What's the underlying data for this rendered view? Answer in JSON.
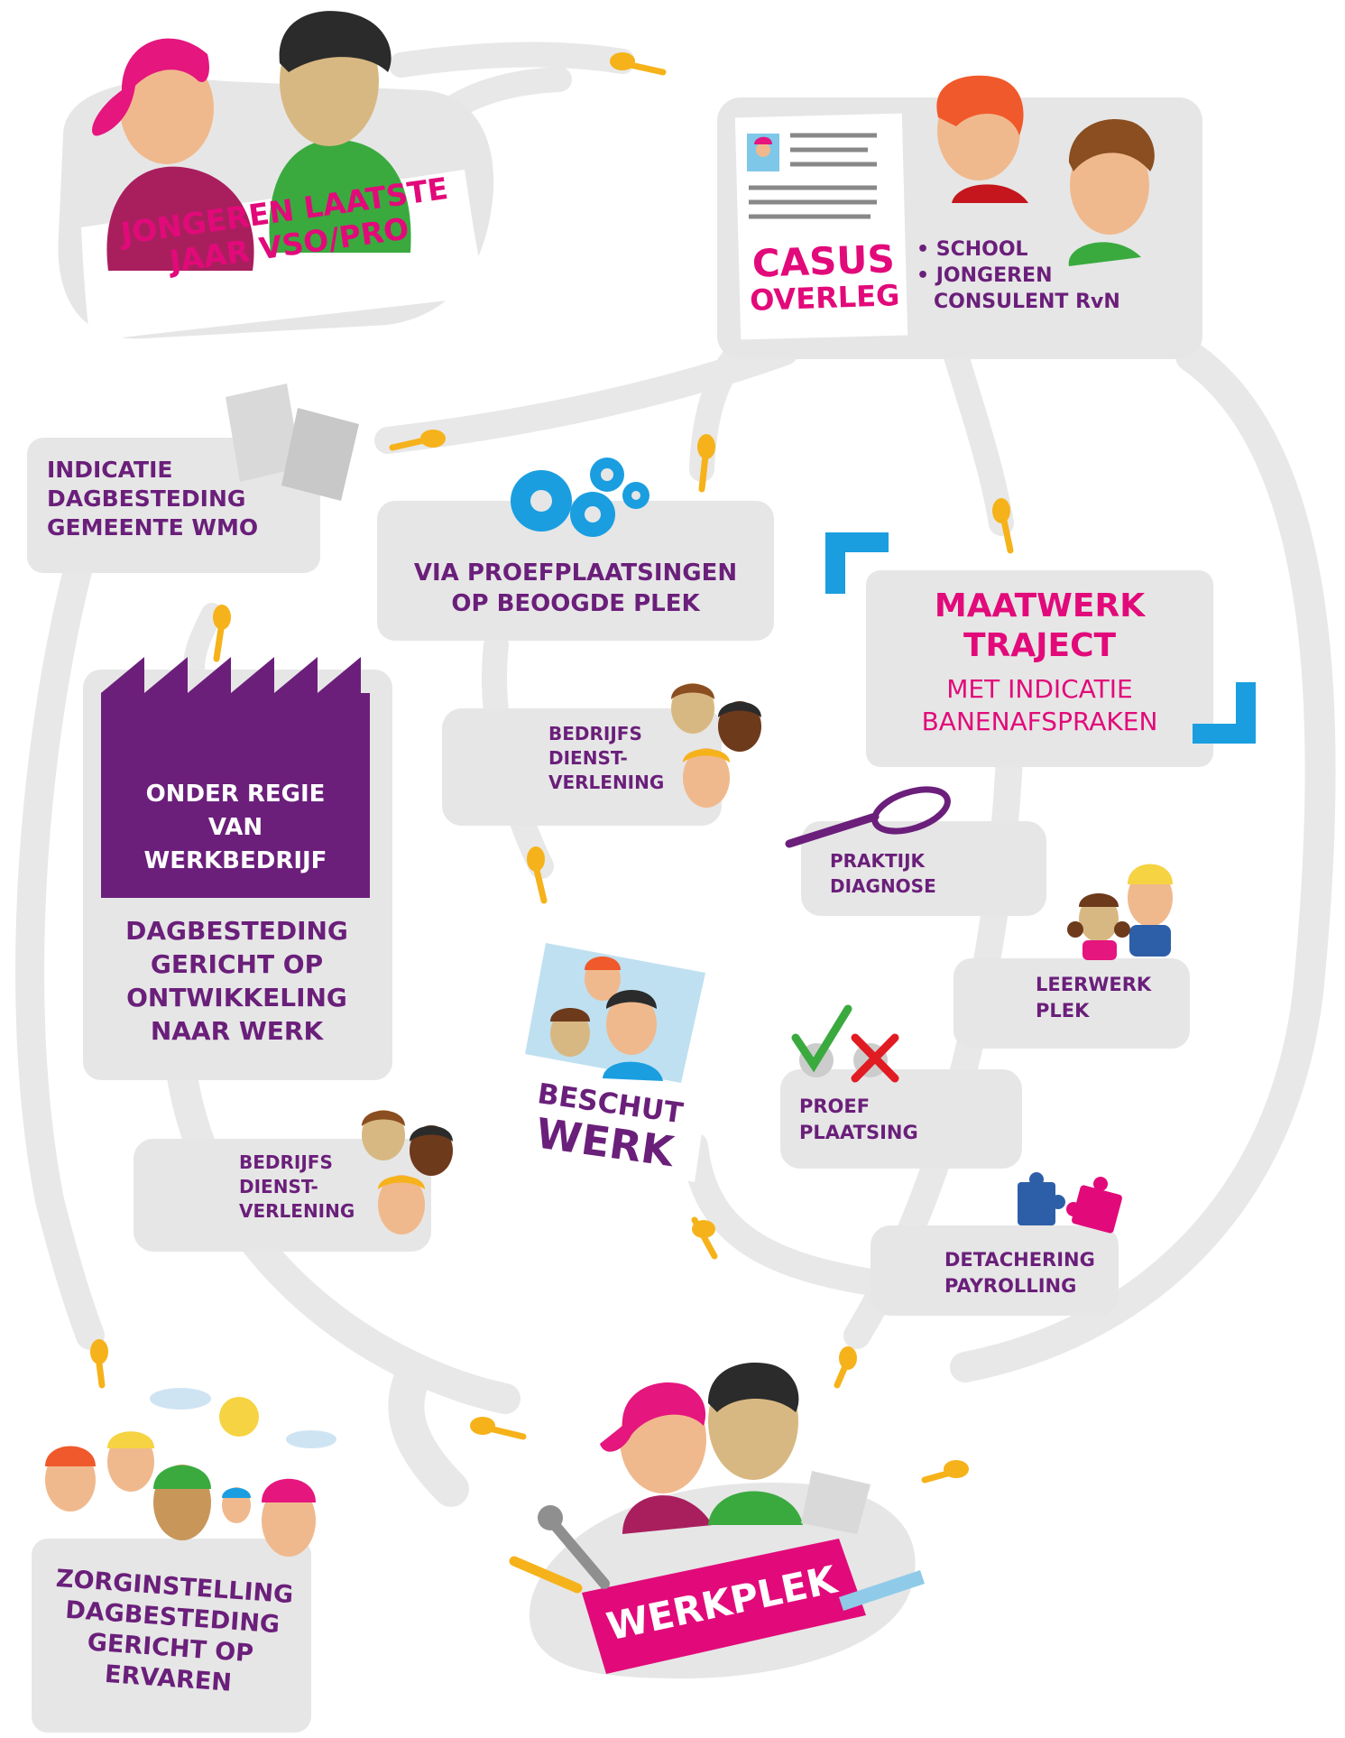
{
  "colors": {
    "path_gray": "#e8e8e8",
    "box_gray": "#e6e6e6",
    "purple": "#6a1f7a",
    "pink": "#e20a7a",
    "blue": "#1a9ee0",
    "hand_yellow": "#f6b21a"
  },
  "nodes": {
    "jongeren": {
      "line1": "JONGEREN LAATSTE",
      "line2": "JAAR VSO/PRO"
    },
    "casus": {
      "title_line1": "CASUS",
      "title_line2": "OVERLEG",
      "bullet1": "• SCHOOL",
      "bullet2": "• JONGEREN",
      "bullet2_cont": "CONSULENT RvN"
    },
    "indicatie": {
      "line1": "INDICATIE",
      "line2": "DAGBESTEDING",
      "line3": "GEMEENTE WMO"
    },
    "proefplaatsingen": {
      "line1": "VIA PROEFPLAATSINGEN",
      "line2": "OP BEOOGDE PLEK"
    },
    "maatwerk": {
      "title_line1": "MAATWERK",
      "title_line2": "TRAJECT",
      "sub_line1": "MET INDICATIE",
      "sub_line2": "BANENAFSPRAKEN"
    },
    "werkbedrijf": {
      "factory_line1": "ONDER REGIE",
      "factory_line2": "VAN",
      "factory_line3": "WERKBEDRIJF",
      "desc_line1": "DAGBESTEDING",
      "desc_line2": "GERICHT OP",
      "desc_line3": "ONTWIKKELING",
      "desc_line4": "NAAR WERK"
    },
    "bedrijfsdienst_top": {
      "line1": "BEDRIJFS",
      "line2": "DIENST-",
      "line3": "VERLENING"
    },
    "bedrijfsdienst_bottom": {
      "line1": "BEDRIJFS",
      "line2": "DIENST-",
      "line3": "VERLENING"
    },
    "praktijk": {
      "line1": "PRAKTIJK",
      "line2": "DIAGNOSE"
    },
    "leerwerk": {
      "line1": "LEERWERK",
      "line2": "PLEK"
    },
    "beschut": {
      "line1": "BESCHUT",
      "line2": "WERK"
    },
    "proef": {
      "line1": "PROEF",
      "line2": "PLAATSING"
    },
    "detachering": {
      "line1": "DETACHERING",
      "line2": "PAYROLLING"
    },
    "zorg": {
      "line1": "ZORGINSTELLING",
      "line2": "DAGBESTEDING",
      "line3": "GERICHT OP",
      "line4": "ERVAREN"
    },
    "werkplek": {
      "label": "WERKPLEK"
    }
  },
  "icons": {
    "jongeren": "two-young-people-icon",
    "casus_doc": "resume-document-icon",
    "casus_people": "two-people-icon",
    "indicatie": "papers-icon",
    "proef_gears": "gears-icon",
    "werkbedrijf": "factory-icon",
    "dienst": "three-faces-icon",
    "praktijk": "magnifying-glass-icon",
    "leerwerk": "two-children-icon",
    "beschut": "photo-icon",
    "proef": "check-cross-icon",
    "detachering": "puzzle-icon",
    "zorg": "faces-group-icon",
    "werkplek": "tools-icon"
  }
}
